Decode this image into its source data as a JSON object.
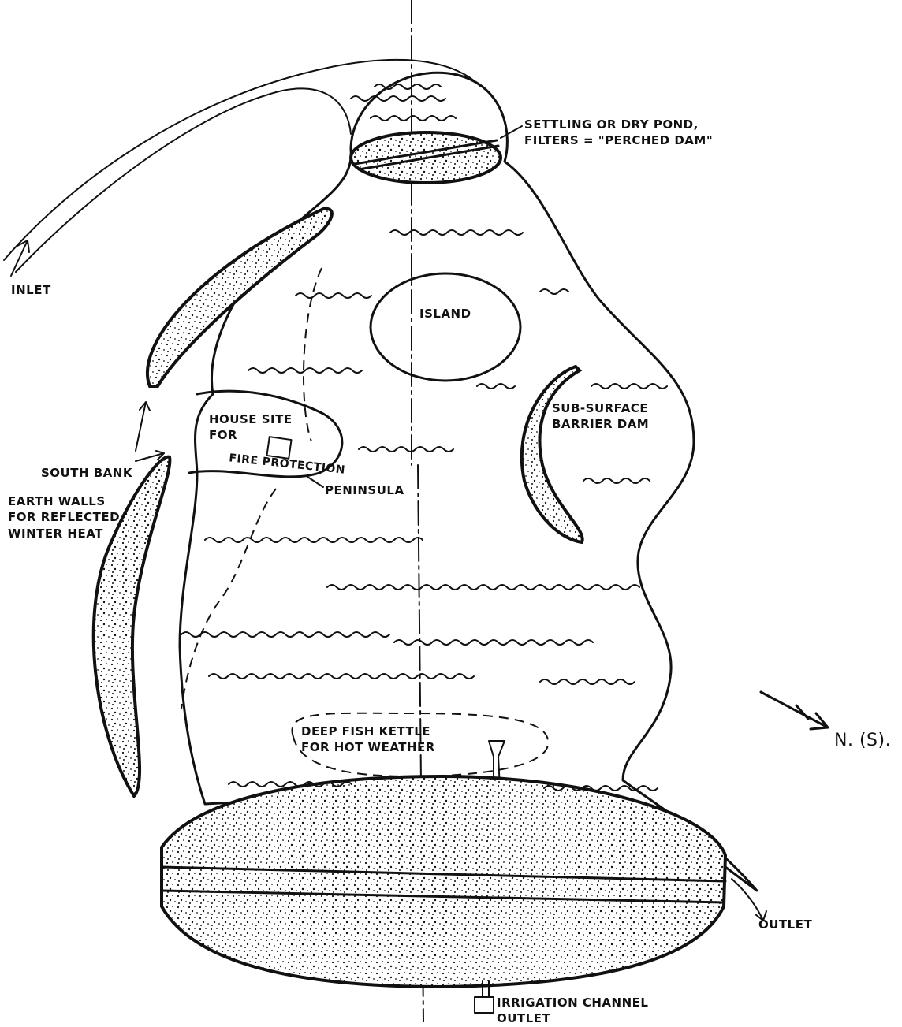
{
  "labels": {
    "settling": "SETTLING OR DRY POND,\nFILTERS = \"PERCHED DAM\"",
    "inlet": "INLET",
    "island": "ISLAND",
    "sub_surface": "SUB-SURFACE\nBARRIER DAM",
    "house_site": "HOUSE SITE\nFOR",
    "fire_protection": "FIRE PROTECTION",
    "peninsula": "PENINSULA",
    "south_bank": "SOUTH BANK",
    "earth_walls": "EARTH WALLS\nFOR REFLECTED\nWINTER HEAT",
    "deep_fish_kettle": "DEEP FISH KETTLE\nFOR HOT WEATHER",
    "outlet": "OUTLET",
    "irrigation": "IRRIGATION CHANNEL\nOUTLET",
    "north": "N. (S)."
  },
  "colors": {
    "ink": "#111111",
    "paper": "#ffffff"
  }
}
